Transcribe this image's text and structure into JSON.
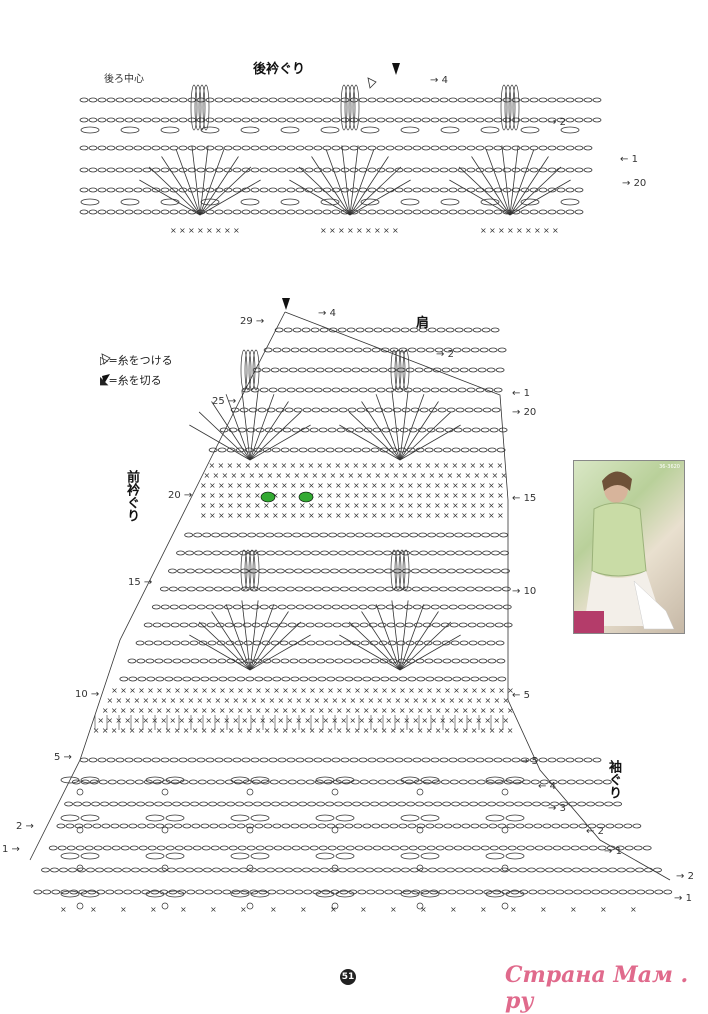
{
  "labels": {
    "back_neck": "後衿ぐり",
    "back_center": "後ろ中心",
    "shoulder": "肩",
    "front_neck": "前衿ぐり",
    "armhole": "袖ぐり"
  },
  "legend": {
    "attach": "=糸をつける",
    "cut": "=糸を切る"
  },
  "row_numbers": {
    "top_right": [
      "4",
      "2",
      "1",
      "20"
    ],
    "main_top": [
      "29",
      "4",
      "2",
      "25",
      "1",
      "20"
    ],
    "main_left": [
      "20",
      "15",
      "10",
      "5",
      "2",
      "1"
    ],
    "main_right": [
      "15",
      "10",
      "5",
      "5",
      "4",
      "3",
      "2",
      "1",
      "2",
      "1"
    ]
  },
  "page_number": "51",
  "watermark": "Страна Мам . ру",
  "photo_caption": "36-3620",
  "colors": {
    "ink": "#333333",
    "eye": "#33aa33",
    "watermark": "#e06a8c"
  }
}
